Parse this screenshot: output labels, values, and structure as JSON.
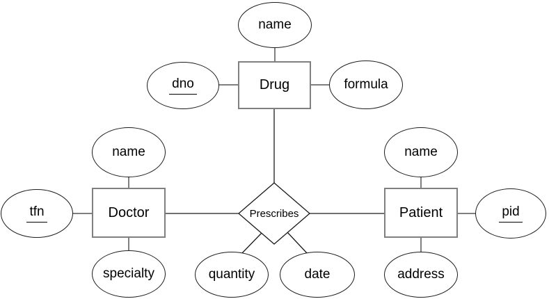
{
  "diagram_type": "er-diagram",
  "nodes": {
    "drug": {
      "label": "Drug",
      "type": "entity"
    },
    "doctor": {
      "label": "Doctor",
      "type": "entity"
    },
    "patient": {
      "label": "Patient",
      "type": "entity"
    },
    "prescribes": {
      "label": "Prescribes",
      "type": "relationship"
    },
    "drug_name": {
      "label": "name",
      "type": "attribute",
      "key": false
    },
    "drug_dno": {
      "label": "dno",
      "type": "attribute",
      "key": true
    },
    "drug_formula": {
      "label": "formula",
      "type": "attribute",
      "key": false
    },
    "doctor_name": {
      "label": "name",
      "type": "attribute",
      "key": false
    },
    "doctor_tfn": {
      "label": "tfn",
      "type": "attribute",
      "key": true
    },
    "doctor_specialty": {
      "label": "specialty",
      "type": "attribute",
      "key": false
    },
    "patient_name": {
      "label": "name",
      "type": "attribute",
      "key": false
    },
    "patient_pid": {
      "label": "pid",
      "type": "attribute",
      "key": true
    },
    "patient_address": {
      "label": "address",
      "type": "attribute",
      "key": false
    },
    "prescribes_quantity": {
      "label": "quantity",
      "type": "attribute",
      "key": false
    },
    "prescribes_date": {
      "label": "date",
      "type": "attribute",
      "key": false
    }
  },
  "edges": [
    {
      "from": "drug",
      "to": "drug_name"
    },
    {
      "from": "drug",
      "to": "drug_dno"
    },
    {
      "from": "drug",
      "to": "drug_formula"
    },
    {
      "from": "doctor",
      "to": "doctor_name"
    },
    {
      "from": "doctor",
      "to": "doctor_tfn"
    },
    {
      "from": "doctor",
      "to": "doctor_specialty"
    },
    {
      "from": "patient",
      "to": "patient_name"
    },
    {
      "from": "patient",
      "to": "patient_pid"
    },
    {
      "from": "patient",
      "to": "patient_address"
    },
    {
      "from": "prescribes",
      "to": "drug"
    },
    {
      "from": "prescribes",
      "to": "doctor"
    },
    {
      "from": "prescribes",
      "to": "patient"
    },
    {
      "from": "prescribes",
      "to": "prescribes_quantity"
    },
    {
      "from": "prescribes",
      "to": "prescribes_date"
    }
  ],
  "colors": {
    "background": "#ffffff",
    "entity_border": "#7f7f7f",
    "attribute_border": "#1a1a1a",
    "relationship_border": "#1a1a1a",
    "attribute_connector": "#7f7f7f",
    "relationship_connector": "#1a1a1a",
    "text": "#000000"
  }
}
